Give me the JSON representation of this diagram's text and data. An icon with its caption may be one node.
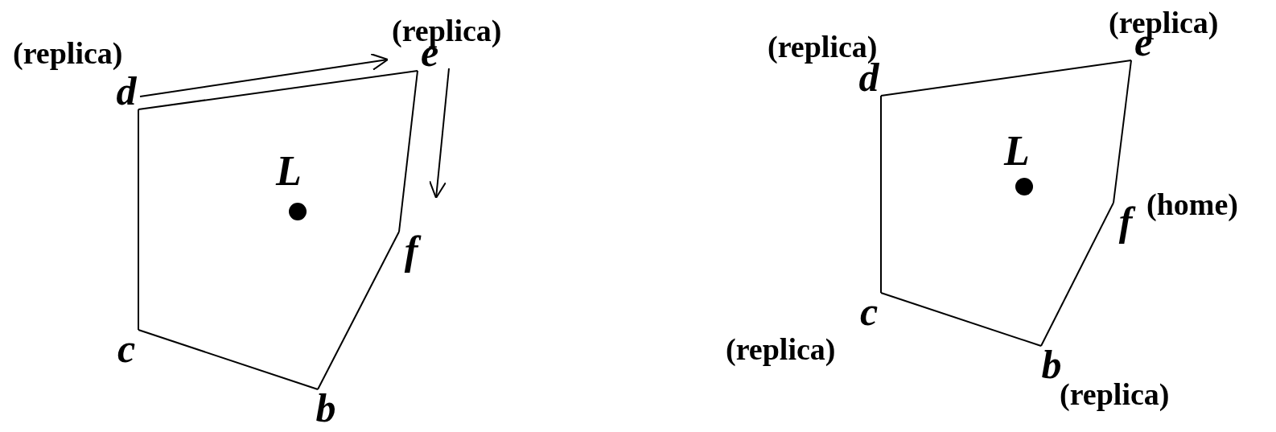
{
  "diagram": {
    "nodes": [
      {
        "text": [
          "d"
        ],
        "beside": [
          "(replica)"
        ]
      },
      {
        "text": [
          "e"
        ],
        "beside": [
          "(replica)"
        ]
      },
      {
        "text": [
          "f"
        ]
      },
      {
        "text": [
          "c"
        ]
      },
      {
        "text": [
          "b"
        ]
      },
      {
        "text": [
          "d"
        ],
        "beside": [
          "(replica)"
        ]
      },
      {
        "text": [
          "e"
        ],
        "beside": [
          "(replica)"
        ]
      },
      {
        "text": [
          "f"
        ],
        "beside": [
          "(home)"
        ]
      },
      {
        "text": [
          "c"
        ],
        "beside": [
          "(replica)"
        ]
      },
      {
        "text": [
          "b"
        ],
        "beside": [
          "(replica)"
        ]
      }
    ],
    "edges": [
      {
        "from": 0,
        "to": 1,
        "arrow": "none"
      },
      {
        "from": 1,
        "to": 2,
        "arrow": "none"
      },
      {
        "from": 2,
        "to": 4,
        "arrow": "none"
      },
      {
        "from": 4,
        "to": 3,
        "arrow": "none"
      },
      {
        "from": 3,
        "to": 0,
        "arrow": "none"
      },
      {
        "from": 5,
        "to": 6,
        "arrow": "none"
      },
      {
        "from": 6,
        "to": 7,
        "arrow": "none"
      },
      {
        "from": 7,
        "to": 9,
        "arrow": "none"
      },
      {
        "from": 9,
        "to": 8,
        "arrow": "none"
      },
      {
        "from": 8,
        "to": 5,
        "arrow": "none"
      },
      {
        "from": 0,
        "to": 1,
        "arrow": "to"
      },
      {
        "from": 1,
        "to": 2,
        "arrow": "to"
      }
    ],
    "labels": [
      "L",
      "L"
    ]
  }
}
